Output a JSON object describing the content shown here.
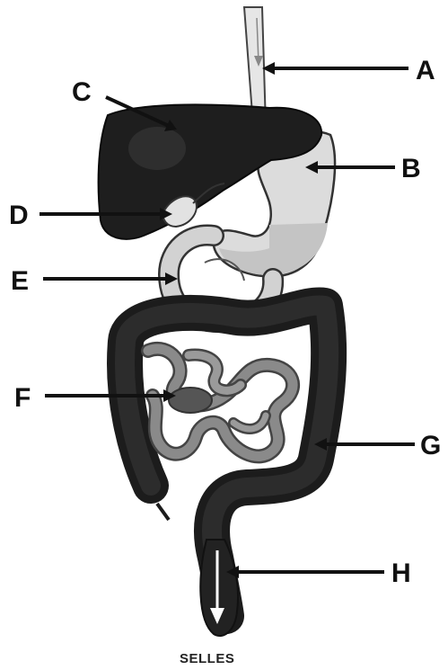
{
  "labels": {
    "A": "A",
    "B": "B",
    "C": "C",
    "D": "D",
    "E": "E",
    "F": "F",
    "G": "G",
    "H": "H"
  },
  "caption": "SELLES",
  "icons": [
    "esophagus-icon",
    "stomach-icon",
    "liver-icon",
    "gallbladder-icon",
    "duodenum-icon",
    "small-intestine-icon",
    "large-intestine-icon",
    "rectum-icon"
  ]
}
